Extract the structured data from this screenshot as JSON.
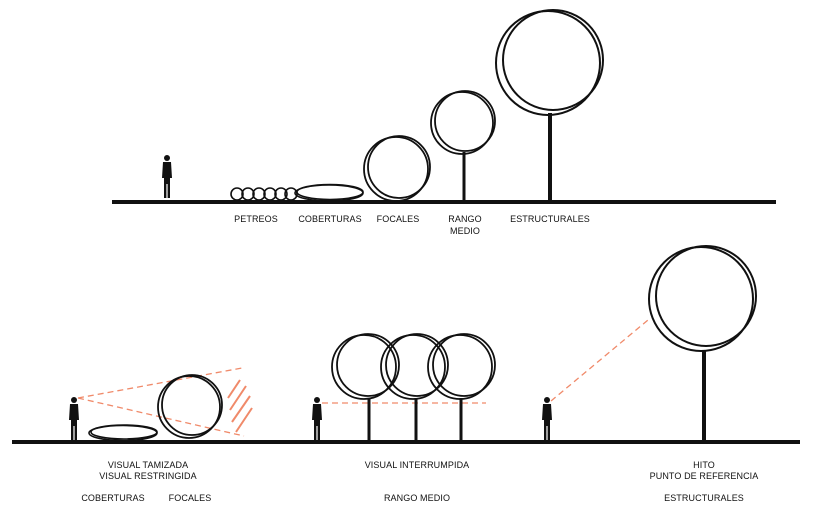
{
  "top_diagram": {
    "labels": {
      "petreos": "PETREOS",
      "coberturas": "COBERTURAS",
      "focales": "FOCALES",
      "rango_medio_line1": "RANGO",
      "rango_medio_line2": "MEDIO",
      "estructurales": "ESTRUCTURALES"
    }
  },
  "bottom_diagram": {
    "left": {
      "caption_line1": "VISUAL TAMIZADA",
      "caption_line2": "VISUAL RESTRINGIDA",
      "category_coberturas": "COBERTURAS",
      "category_focales": "FOCALES"
    },
    "middle": {
      "caption": "VISUAL INTERRUMPIDA",
      "category": "RANGO MEDIO"
    },
    "right": {
      "caption_line1": "HITO",
      "caption_line2": "PUNTO DE REFERENCIA",
      "category": "ESTRUCTURALES"
    }
  },
  "colors": {
    "ink": "#111111",
    "sightline": "#f08a6a"
  }
}
